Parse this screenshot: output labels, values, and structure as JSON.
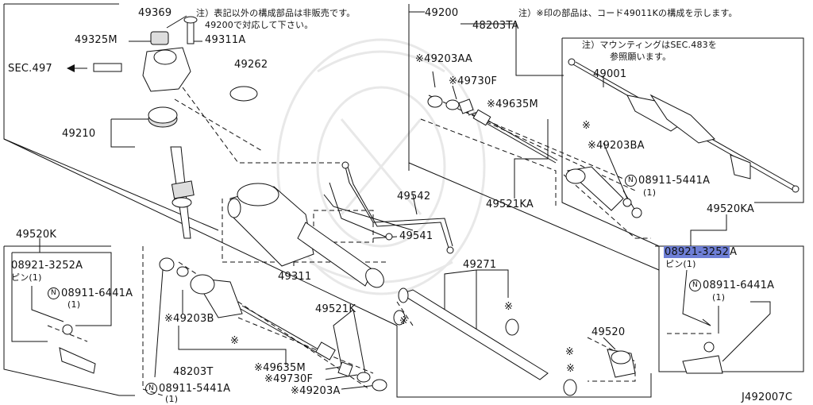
{
  "header_note": "注）※印の部品は、コード49011Kの構成を示します。",
  "note_unsold_1": "注）表記以外の構成部品は非販売です。",
  "note_unsold_2": "49200で対応して下さい。",
  "note_mount_1": "注）マウンティングはSEC.483を",
  "note_mount_2": "参照願います。",
  "sec_ref": "SEC.497",
  "diagram_id": "J492007C",
  "parts": {
    "p49369": "49369",
    "p49325M": "49325M",
    "p49311A": "49311A",
    "p49262": "49262",
    "p49210": "49210",
    "p49200": "49200",
    "p48203TA": "48203TA",
    "p49203AA": "※49203AA",
    "p49730F_top": "※49730F",
    "p49635M_top": "※49635M",
    "p49001": "49001",
    "p49203BA": "※49203BA",
    "p08911_5441A_top": "08911-5441A",
    "p08911_5441A_top_qty": "(1)",
    "p49521KA": "49521KA",
    "p49542": "49542",
    "p49541": "49541",
    "p49520KA": "49520KA",
    "p08921_3252A_r_hl": "08921-3252",
    "p08921_3252A_r_rest": "A",
    "p_pin_r": "ピン(1)",
    "p08911_6441A_r": "08911-6441A",
    "p08911_6441A_r_qty": "(1)",
    "p49520K": "49520K",
    "p08921_3252A_l": "08921-3252A",
    "p_pin_l": "ピン(1)",
    "p08911_6441A_l": "08911-6441A",
    "p08911_6441A_l_qty": "(1)",
    "p49311": "49311",
    "p49271": "49271",
    "p49203B": "※49203B",
    "p49521K": "49521K",
    "p48203T": "48203T",
    "p49635M_bot": "※49635M",
    "p49730F_bot": "※49730F",
    "p49203A": "※49203A",
    "p08911_5441A_bot": "08911-5441A",
    "p08911_5441A_bot_qty": "(1)",
    "p49520": "49520",
    "n_symbol": "N",
    "star": "※"
  },
  "colors": {
    "highlight": "#6e7fd6",
    "line": "#111111",
    "watermark": "#e8e8e8"
  }
}
